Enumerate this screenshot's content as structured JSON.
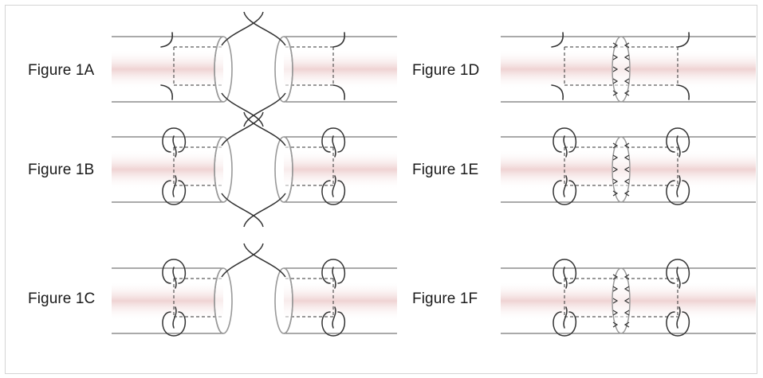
{
  "figures": [
    {
      "label": "Figure 1A",
      "variant": "A"
    },
    {
      "label": "Figure 1B",
      "variant": "B"
    },
    {
      "label": "Figure 1C",
      "variant": "C"
    },
    {
      "label": "Figure 1D",
      "variant": "D"
    },
    {
      "label": "Figure 1E",
      "variant": "E"
    },
    {
      "label": "Figure 1F",
      "variant": "F"
    }
  ],
  "colors": {
    "tissue_band": "#f1dada",
    "vessel_line": "#777777",
    "suture": "#333333",
    "cuff": "#999999",
    "frame_border": "#d4d4d4"
  }
}
